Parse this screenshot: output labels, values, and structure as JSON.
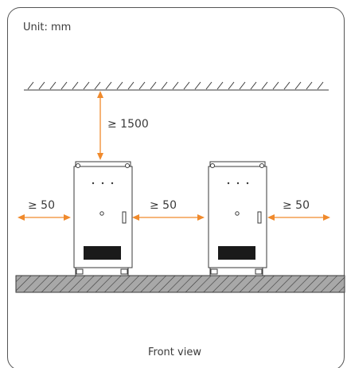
{
  "diagram": {
    "unit_label": "Unit: mm",
    "caption": "Front view",
    "ceiling_clearance": "≥ 1500",
    "left_clearance": "≥ 50",
    "middle_clearance": "≥ 50",
    "right_clearance": "≥ 50",
    "cabinet_count": 2,
    "colors": {
      "arrow": "#f08a2c",
      "outline": "#3a3a3a",
      "frame": "#555555",
      "ground_fill": "#a8a8a8",
      "panel": "#1a1a1a"
    }
  }
}
